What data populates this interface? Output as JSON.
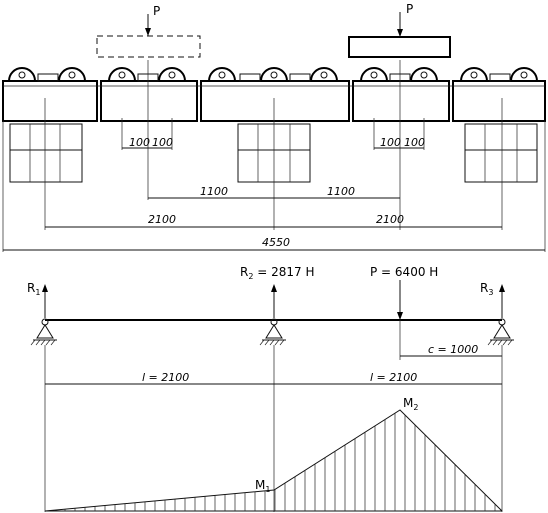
{
  "top": {
    "load_label": "P",
    "dims": {
      "d100": "100",
      "d1100": "1100",
      "d2100": "2100",
      "d4550": "4550"
    }
  },
  "beam": {
    "R1": "R",
    "R1_sub": "1",
    "R2": "R",
    "R2_sub": "2",
    "R2_value": " = 2817 H",
    "R3": "R",
    "R3_sub": "3",
    "P": "P = 6400 H",
    "c": "c = 1000",
    "l": "l = 2100"
  },
  "moment": {
    "M1": "M",
    "M1_sub": "1",
    "M2": "M",
    "M2_sub": "2"
  }
}
